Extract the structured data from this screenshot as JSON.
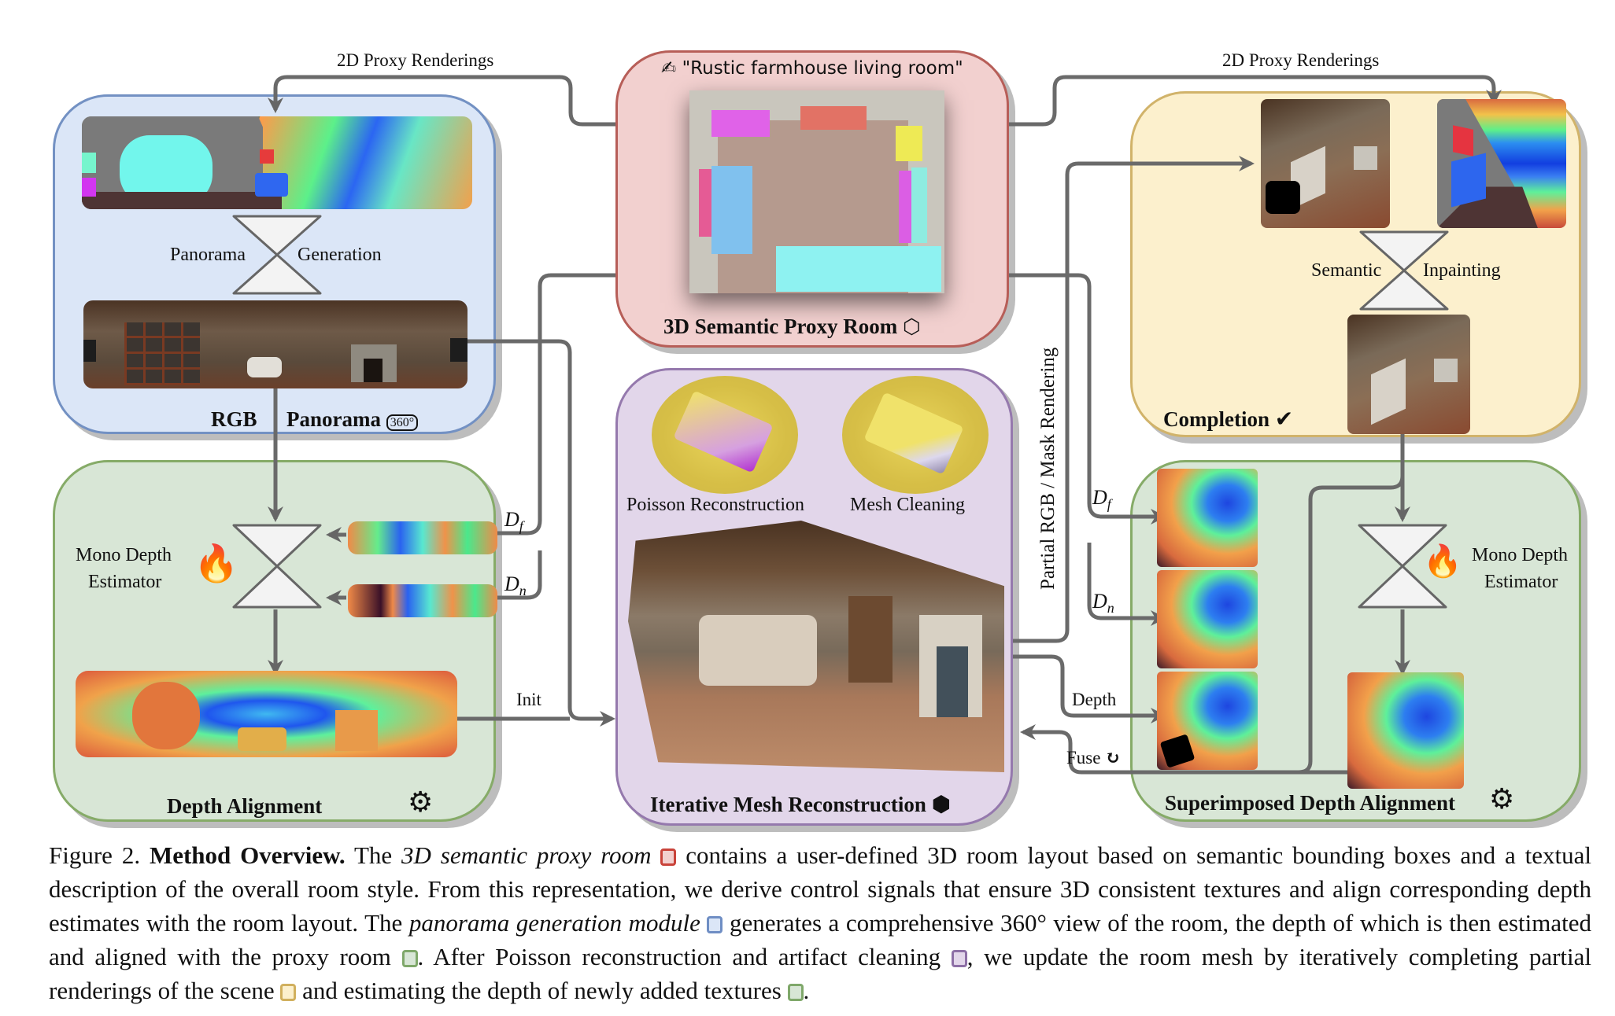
{
  "figure": {
    "arrow_labels": {
      "proxy_renderings_left": "2D Proxy Renderings",
      "proxy_renderings_right": "2D Proxy Renderings",
      "partial_rendering": "Partial RGB / Mask Rendering",
      "init": "Init",
      "depth": "Depth",
      "fuse": "Fuse",
      "df_left": "D",
      "df_left_sub": "f",
      "dn_left": "D",
      "dn_left_sub": "n",
      "df_right": "D",
      "df_right_sub": "f",
      "dn_right": "D",
      "dn_right_sub": "n"
    },
    "proxy_room": {
      "prompt": "\"Rustic farmhouse living room\"",
      "title": "3D Semantic Proxy Room",
      "color": "#f2d0cf"
    },
    "panorama": {
      "module_left": "Panorama",
      "module_right": "Generation",
      "title_a": "RGB",
      "title_b": "Panorama",
      "color": "#dbe6f7"
    },
    "depth_alignment": {
      "estimator_line1": "Mono Depth",
      "estimator_line2": "Estimator",
      "title": "Depth Alignment",
      "color": "#d8e6d6"
    },
    "mesh": {
      "poisson": "Poisson Reconstruction",
      "cleaning": "Mesh Cleaning",
      "title": "Iterative Mesh Reconstruction",
      "color": "#e2d6ea"
    },
    "completion": {
      "module_left": "Semantic",
      "module_right": "Inpainting",
      "title": "Completion",
      "color": "#fcf0cd"
    },
    "superimposed": {
      "estimator_line1": "Mono Depth",
      "estimator_line2": "Estimator",
      "title": "Superimposed Depth Alignment",
      "color": "#d8e6d6"
    }
  },
  "caption": {
    "prefix": "Figure 2.",
    "bold": "Method Overview.",
    "t1": "The",
    "i1": "3D semantic proxy room",
    "t2": "contains a user-defined 3D room layout based on semantic bounding boxes and a textual description of the overall room style.  From this representation, we derive control signals that ensure 3D consistent textures and align corresponding depth estimates with the room layout. The",
    "i2": "panorama generation module",
    "t3": "generates a comprehensive 360° view of the room, the depth of which is then estimated and aligned with the proxy room",
    "t4": ". After Poisson reconstruction and artifact cleaning",
    "t5": ", we update the room mesh by iteratively completing partial renderings of the scene",
    "t6": "and estimating the depth of newly added textures",
    "t7": "."
  }
}
